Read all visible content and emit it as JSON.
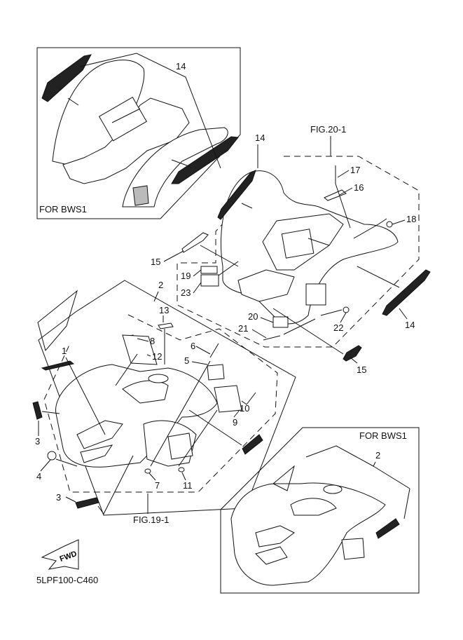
{
  "diagram": {
    "title": "Emblem & Label parts diagram",
    "drawing_code": "5LPF100-C460",
    "fwd_label": "FWD",
    "figure_refs": {
      "fig_20_1": "FIG.20-1",
      "fig_19_1": "FIG.19-1"
    },
    "inset_labels": {
      "top_left": "FOR BWS1",
      "bottom_right": "FOR BWS1"
    },
    "callouts": {
      "c1": "1",
      "c2": "2",
      "c2b": "2",
      "c3a": "3",
      "c3b": "3",
      "c4": "4",
      "c5": "5",
      "c6": "6",
      "c7": "7",
      "c8": "8",
      "c9": "9",
      "c10": "10",
      "c11": "11",
      "c12": "12",
      "c13": "13",
      "c14a": "14",
      "c14b": "14",
      "c14c": "14",
      "c15a": "15",
      "c15b": "15",
      "c16": "16",
      "c17": "17",
      "c18": "18",
      "c19": "19",
      "c20": "20",
      "c21": "21",
      "c22": "22",
      "c23": "23"
    }
  }
}
